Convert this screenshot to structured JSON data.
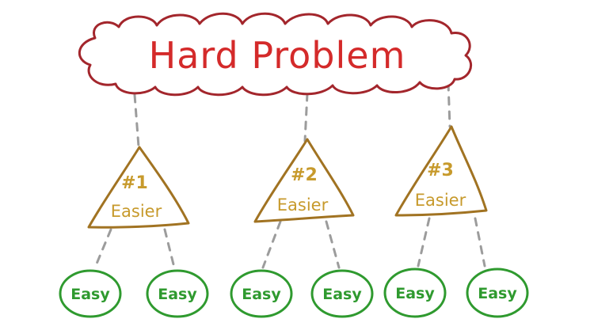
{
  "root": {
    "label": "Hard Problem"
  },
  "subproblems": [
    {
      "number": "#1",
      "label": "Easier",
      "children": [
        "Easy",
        "Easy"
      ]
    },
    {
      "number": "#2",
      "label": "Easier",
      "children": [
        "Easy",
        "Easy"
      ]
    },
    {
      "number": "#3",
      "label": "Easier",
      "children": [
        "Easy",
        "Easy"
      ]
    }
  ],
  "colors": {
    "root": "#d42a2a",
    "subproblem": "#c79a2c",
    "leaf": "#2f9a2f",
    "connector": "#9c9c9c"
  }
}
